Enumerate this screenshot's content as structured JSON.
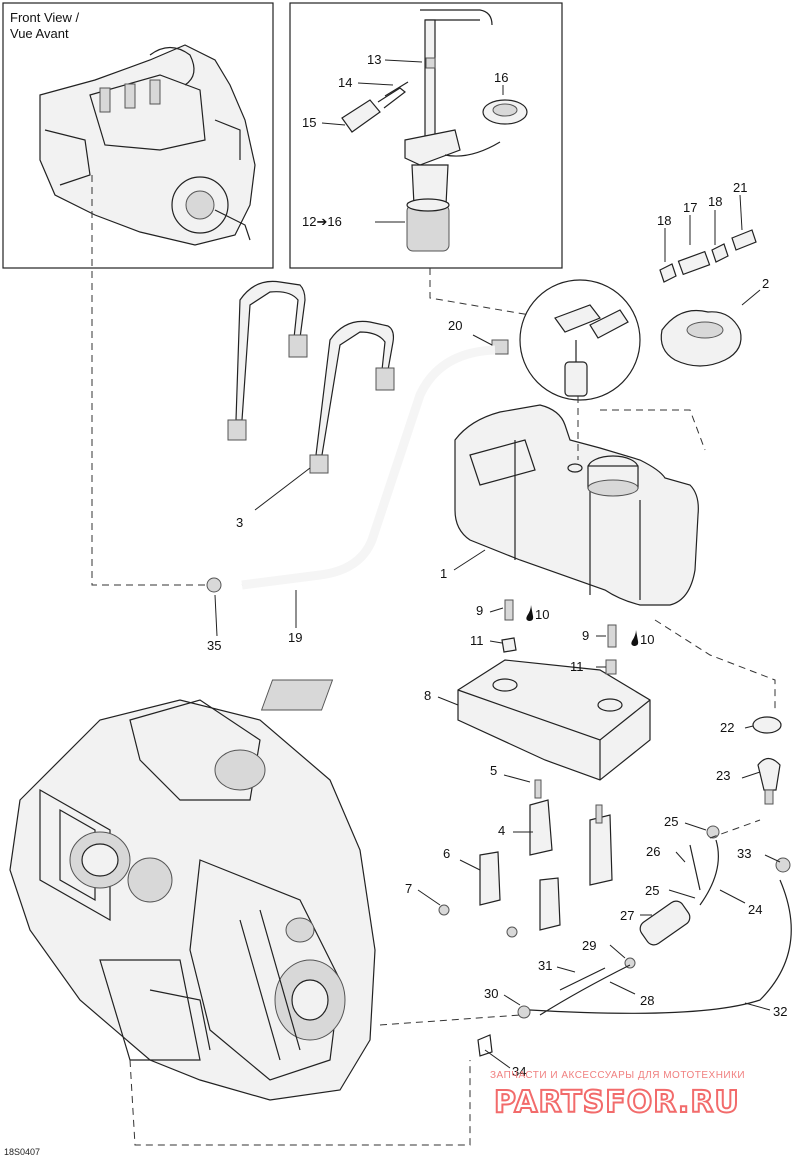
{
  "inset": {
    "title_line1": "Front View /",
    "title_line2": "Vue Avant"
  },
  "drawing_code": "18S0407",
  "watermark": {
    "tagline": "ЗАПЧАСТИ И АКСЕССУАРЫ ДЛЯ МОТОТЕХНИКИ",
    "brand": "PARTSFOR.RU",
    "color": "#f26b6b"
  },
  "callouts": {
    "c1": "1",
    "c2": "2",
    "c3": "3",
    "c4": "4",
    "c5": "5",
    "c6": "6",
    "c7": "7",
    "c8": "8",
    "c9a": "9",
    "c9b": "9",
    "c10a": "10",
    "c10b": "10",
    "c11a": "11",
    "c11b": "11",
    "c12_16": "12➔16",
    "c13": "13",
    "c14": "14",
    "c15": "15",
    "c16": "16",
    "c17": "17",
    "c18a": "18",
    "c18b": "18",
    "c19": "19",
    "c20": "20",
    "c21": "21",
    "c22": "22",
    "c23": "23",
    "c24": "24",
    "c25a": "25",
    "c25b": "25",
    "c26": "26",
    "c27": "27",
    "c28": "28",
    "c29": "29",
    "c30": "30",
    "c31": "31",
    "c32": "32",
    "c33": "33",
    "c34": "34",
    "c35": "35"
  },
  "icons": [
    "thread-locker-drop-icon"
  ]
}
